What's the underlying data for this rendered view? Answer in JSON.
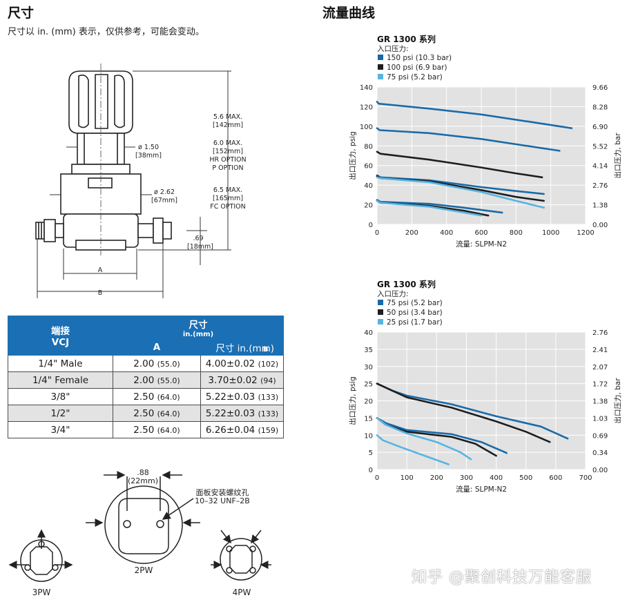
{
  "left": {
    "title": "尺寸",
    "subtitle": "尺寸以 in. (mm) 表示，仅供参考，可能会变动。",
    "drawing": {
      "dim1": [
        "5.6 MAX.",
        "[142mm]"
      ],
      "dim2": [
        "6.0 MAX.",
        "[152mm]",
        "HR OPTION",
        "P OPTION"
      ],
      "dim3": [
        "6.5 MAX.",
        "[165mm]",
        "FC OPTION"
      ],
      "dia1": [
        "ø 1.50",
        "[38mm]"
      ],
      "dia2": [
        "ø 2.62",
        "[67mm]"
      ],
      "dim4": [
        ".69",
        "[18mm]"
      ],
      "label_a": "A",
      "label_b": "B"
    },
    "table": {
      "col1": [
        "端接",
        "VCJ"
      ],
      "col2_title": "尺寸",
      "col2_unit": "in.(mm)",
      "sub_a": "A",
      "sub_b": "尺寸 in.(mm)",
      "sub_b2": "B",
      "rows": [
        {
          "port": "1/4\" Male",
          "a": "2.00",
          "a_mm": "(55.0)",
          "b": "4.00±0.02",
          "b_mm": "(102)"
        },
        {
          "port": "1/4\" Female",
          "a": "2.00",
          "a_mm": "(55.0)",
          "b": "3.70±0.02",
          "b_mm": "(94)"
        },
        {
          "port": "3/8\"",
          "a": "2.50",
          "a_mm": "(64.0)",
          "b": "5.22±0.03",
          "b_mm": "(133)"
        },
        {
          "port": "1/2\"",
          "a": "2.50",
          "a_mm": "(64.0)",
          "b": "5.22±0.03",
          "b_mm": "(133)"
        },
        {
          "port": "3/4\"",
          "a": "2.50",
          "a_mm": "(64.0)",
          "b": "6.26±0.04",
          "b_mm": "(159)"
        }
      ]
    },
    "bottom": {
      "dim": [
        ".88",
        "(22mm)"
      ],
      "hole_note": [
        "面板安装螺纹孔",
        "10–32 UNF–2B"
      ],
      "labels": [
        "3PW",
        "2PW",
        "4PW"
      ]
    }
  },
  "right": {
    "title": "流量曲线",
    "x_label": "流量: SLPM-N2",
    "y_left_label": "出口压力, psig",
    "y_right_label": "出口压力, bar"
  },
  "chart_data": [
    {
      "type": "line",
      "title": "GR 1300 系列",
      "legend_title": "入口压力:",
      "xlim": [
        0,
        1200
      ],
      "ylim": [
        0,
        140
      ],
      "x_ticks": [
        0,
        200,
        400,
        600,
        800,
        1000,
        1200
      ],
      "y_ticks": [
        0,
        20,
        40,
        60,
        80,
        100,
        120,
        140
      ],
      "y2_ticks": [
        "0.00",
        "1.38",
        "2.76",
        "4.14",
        "5.52",
        "6.90",
        "8.28",
        "9.66"
      ],
      "series": [
        {
          "name": "150 psi (10.3 bar)",
          "color": "#1a6aa8",
          "points": [
            [
              0,
              125
            ],
            [
              10,
              123
            ],
            [
              300,
              118
            ],
            [
              600,
              112
            ],
            [
              900,
              104
            ],
            [
              1120,
              98
            ]
          ]
        },
        {
          "name": "150 psi (10.3 bar)",
          "color": "#1a6aa8",
          "points": [
            [
              0,
              98
            ],
            [
              15,
              96
            ],
            [
              300,
              93
            ],
            [
              600,
              87
            ],
            [
              900,
              79
            ],
            [
              1050,
              75
            ]
          ]
        },
        {
          "name": "100 psi (6.9 bar)",
          "color": "#1e1e1e",
          "points": [
            [
              0,
              74
            ],
            [
              20,
              72
            ],
            [
              300,
              66
            ],
            [
              600,
              58
            ],
            [
              800,
              52
            ],
            [
              950,
              48
            ]
          ]
        },
        {
          "name": "150 psi (10.3 bar)",
          "color": "#1a6aa8",
          "points": [
            [
              0,
              50
            ],
            [
              20,
              48
            ],
            [
              300,
              45
            ],
            [
              600,
              38
            ],
            [
              800,
              34
            ],
            [
              960,
              31
            ]
          ]
        },
        {
          "name": "100 psi (6.9 bar)",
          "color": "#1e1e1e",
          "points": [
            [
              0,
              49
            ],
            [
              20,
              47
            ],
            [
              300,
              44
            ],
            [
              600,
              35
            ],
            [
              800,
              28
            ],
            [
              960,
              24
            ]
          ]
        },
        {
          "name": "75 psi (5.2 bar)",
          "color": "#55b4e2",
          "points": [
            [
              0,
              48
            ],
            [
              20,
              47
            ],
            [
              300,
              43
            ],
            [
              600,
              33
            ],
            [
              800,
              24
            ],
            [
              960,
              17
            ]
          ]
        },
        {
          "name": "150 psi (10.3 bar)",
          "color": "#1a6aa8",
          "points": [
            [
              0,
              25
            ],
            [
              20,
              23
            ],
            [
              300,
              21
            ],
            [
              500,
              17
            ],
            [
              720,
              12
            ]
          ]
        },
        {
          "name": "100 psi (6.9 bar)",
          "color": "#1e1e1e",
          "points": [
            [
              0,
              24
            ],
            [
              20,
              22
            ],
            [
              300,
              19
            ],
            [
              500,
              14
            ],
            [
              640,
              9
            ]
          ]
        },
        {
          "name": "75 psi (5.2 bar)",
          "color": "#55b4e2",
          "points": [
            [
              0,
              24
            ],
            [
              20,
              22
            ],
            [
              300,
              18
            ],
            [
              500,
              12
            ],
            [
              600,
              9
            ]
          ]
        }
      ],
      "legend": [
        {
          "name": "150 psi (10.3 bar)",
          "color": "#1a6aa8"
        },
        {
          "name": "100 psi (6.9 bar)",
          "color": "#1e1e1e"
        },
        {
          "name": "75 psi (5.2 bar)",
          "color": "#55b4e2"
        }
      ]
    },
    {
      "type": "line",
      "title": "GR 1300 系列",
      "legend_title": "入口压力:",
      "xlim": [
        0,
        700
      ],
      "ylim": [
        0,
        40
      ],
      "x_ticks": [
        0,
        100,
        200,
        300,
        400,
        500,
        600,
        700
      ],
      "y_ticks": [
        0,
        5,
        10,
        15,
        20,
        25,
        30,
        35,
        40
      ],
      "y2_ticks": [
        "0.00",
        "0.34",
        "0.69",
        "1.03",
        "1.38",
        "1.72",
        "2.07",
        "2.41",
        "2.76"
      ],
      "series": [
        {
          "name": "75 psi (5.2 bar)",
          "color": "#1a6aa8",
          "points": [
            [
              0,
              25
            ],
            [
              50,
              23
            ],
            [
              100,
              21.5
            ],
            [
              250,
              19
            ],
            [
              400,
              15.5
            ],
            [
              550,
              12.5
            ],
            [
              640,
              9
            ]
          ]
        },
        {
          "name": "50 psi (3.4 bar)",
          "color": "#1e1e1e",
          "points": [
            [
              0,
              25
            ],
            [
              50,
              23
            ],
            [
              100,
              21
            ],
            [
              250,
              18
            ],
            [
              400,
              14
            ],
            [
              500,
              11
            ],
            [
              580,
              8
            ]
          ]
        },
        {
          "name": "75 psi (5.2 bar)",
          "color": "#1a6aa8",
          "points": [
            [
              0,
              15
            ],
            [
              30,
              13.5
            ],
            [
              100,
              11.5
            ],
            [
              250,
              10.3
            ],
            [
              350,
              8
            ],
            [
              435,
              4.8
            ]
          ]
        },
        {
          "name": "50 psi (3.4 bar)",
          "color": "#1e1e1e",
          "points": [
            [
              0,
              15
            ],
            [
              30,
              13
            ],
            [
              100,
              11
            ],
            [
              250,
              9.5
            ],
            [
              330,
              7.5
            ],
            [
              400,
              4
            ]
          ]
        },
        {
          "name": "25 psi (1.7 bar)",
          "color": "#55b4e2",
          "points": [
            [
              0,
              15
            ],
            [
              30,
              13
            ],
            [
              100,
              10.5
            ],
            [
              200,
              8
            ],
            [
              280,
              5
            ],
            [
              315,
              3
            ]
          ]
        },
        {
          "name": "25 psi (1.7 bar)",
          "color": "#55b4e2",
          "points": [
            [
              0,
              10
            ],
            [
              20,
              8.5
            ],
            [
              80,
              6.5
            ],
            [
              160,
              4
            ],
            [
              240,
              1.5
            ]
          ]
        }
      ],
      "legend": [
        {
          "name": "75 psi (5.2 bar)",
          "color": "#1a6aa8"
        },
        {
          "name": "50 psi (3.4 bar)",
          "color": "#1e1e1e"
        },
        {
          "name": "25 psi (1.7 bar)",
          "color": "#55b4e2"
        }
      ]
    }
  ],
  "watermark": "知乎 @聚创科技万能客服"
}
